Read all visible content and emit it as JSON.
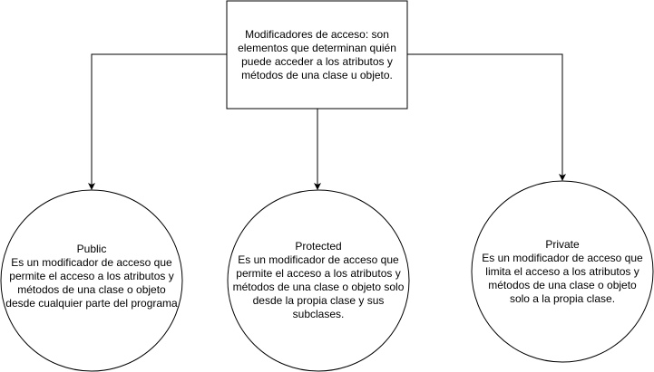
{
  "colors": {
    "stroke": "#000000",
    "fill": "#ffffff",
    "text": "#000000"
  },
  "root": {
    "text": "Modificadores de acceso: son elementos que determinan quién puede acceder a los atributos y métodos de una clase u objeto."
  },
  "nodes": [
    {
      "title": "Public",
      "text": "Es un modificador de acceso que permite el acceso a los atributos y métodos de una clase o objeto desde cualquier parte del programa"
    },
    {
      "title": "Protected",
      "text": "Es un modificador de acceso que permite el acceso a los atributos y métodos de una clase o objeto solo desde la propia clase y sus subclases."
    },
    {
      "title": "Private",
      "text": "Es un modificador de acceso que limita el acceso a los atributos y métodos de una clase o objeto solo a la propia clase."
    }
  ]
}
